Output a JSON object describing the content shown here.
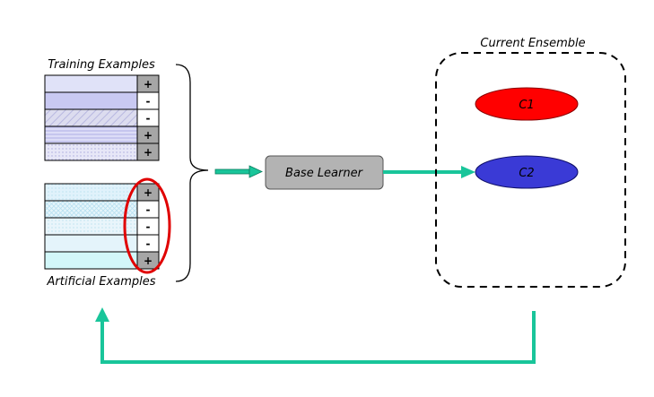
{
  "labels": {
    "training_examples": "Training Examples",
    "artificial_examples": "Artificial Examples",
    "base_learner": "Base Learner",
    "current_ensemble": "Current Ensemble"
  },
  "training_rows": [
    {
      "label": "+",
      "color": "#e0e2f8"
    },
    {
      "label": "-",
      "color": "#c9c9f2"
    },
    {
      "label": "-",
      "color": "#dcdcef"
    },
    {
      "label": "+",
      "color": "#ddddf7"
    },
    {
      "label": "+",
      "color": "#e7e7f7"
    }
  ],
  "artificial_rows": [
    {
      "label": "+",
      "color": "#e0f2fb"
    },
    {
      "label": "-",
      "color": "#e6f5fb"
    },
    {
      "label": "-",
      "color": "#e9f5fb"
    },
    {
      "label": "-",
      "color": "#e4f4fb"
    },
    {
      "label": "+",
      "color": "#d2f7f9"
    }
  ],
  "classifiers": [
    {
      "name": "C1",
      "color": "#ff0000"
    },
    {
      "name": "C2",
      "color": "#3a3ad6"
    }
  ],
  "colors": {
    "arrow": "#19c59a",
    "highlight": "#e00000",
    "learner_fill": "#b3b3b3",
    "plus_cell": "#a6a6a6"
  }
}
